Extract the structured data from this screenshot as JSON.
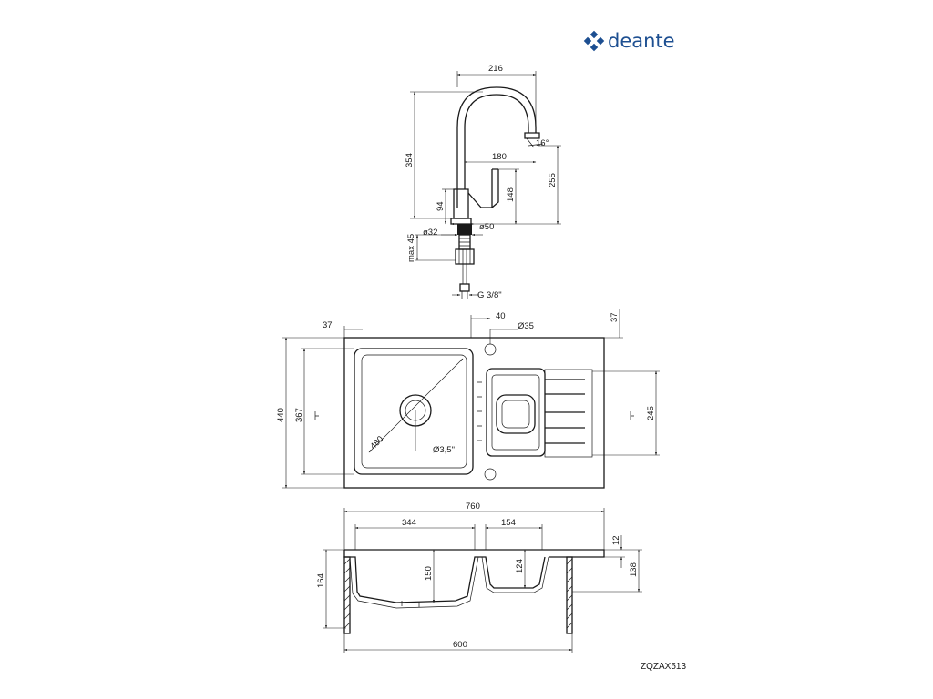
{
  "brand": {
    "name": "deante",
    "color": "#1d4f91"
  },
  "product_code": "ZQZAX513",
  "faucet": {
    "dim_width": "216",
    "dim_height": "354",
    "dim_reach": "180",
    "dim_spout_height": "255",
    "dim_lever_height": "148",
    "dim_body": "94",
    "dim_diameter_base": "ø50",
    "dim_diameter_hole": "ø32",
    "dim_thickness": "max 45",
    "dim_thread": "G 3/8\"",
    "dim_angle": "16°"
  },
  "sink_top": {
    "dim_side_margin": "37",
    "dim_tap_offset": "40",
    "dim_tap_hole": "Ø35",
    "dim_top_margin": "37",
    "dim_total_depth": "440",
    "dim_bowl_depth": "367",
    "dim_small_bowl": "245",
    "dim_diagonal": "480",
    "dim_drain": "Ø3,5\""
  },
  "sink_side": {
    "dim_total_width": "760",
    "dim_main_bowl": "344",
    "dim_small_bowl": "154",
    "dim_rim": "12",
    "dim_total_height": "164",
    "dim_main_depth": "150",
    "dim_small_depth": "124",
    "dim_drainer_depth": "138",
    "dim_cabinet": "600"
  }
}
